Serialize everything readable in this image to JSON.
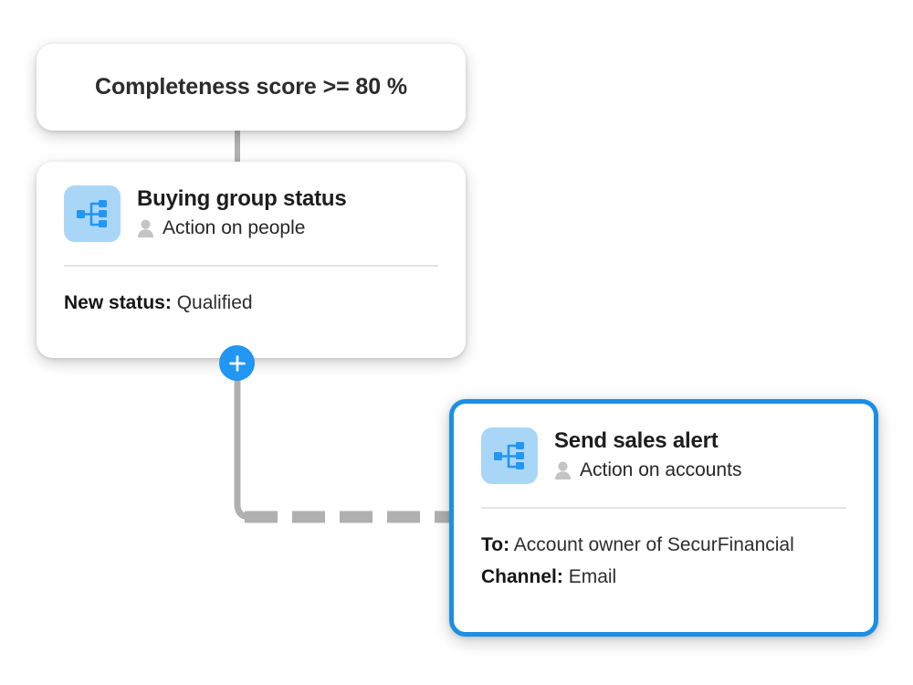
{
  "canvas": {
    "accent_blue": "#1a8fe3",
    "add_button_blue": "#2196f3",
    "icon_tile_blue": "#a9d6f7",
    "icon_glyph_blue": "#2196f3",
    "connector_gray": "#b0b0b0",
    "divider_gray": "#e3e3e3"
  },
  "condition_node": {
    "name": "condition-node",
    "text": "Completeness score >= 80 %"
  },
  "action_nodes": [
    {
      "name": "buying-group-status",
      "icon": "hierarchy-icon",
      "title": "Buying group status",
      "subtitle_icon": "person-icon",
      "subtitle": "Action on people",
      "details": [
        {
          "key": "New status:",
          "value": "Qualified"
        }
      ],
      "selected": false
    },
    {
      "name": "send-sales-alert",
      "icon": "hierarchy-icon",
      "title": "Send sales alert",
      "subtitle_icon": "person-icon",
      "subtitle": "Action on accounts",
      "details": [
        {
          "key": "To:",
          "value": "Account owner of SecurFinancial"
        },
        {
          "key": "Channel:",
          "value": "Email"
        }
      ],
      "selected": true
    }
  ],
  "add_step_button": {
    "name": "add-step-button",
    "icon": "plus-icon",
    "label": "+"
  },
  "connectors": [
    {
      "name": "connector-condition-to-action-1",
      "style": "solid"
    },
    {
      "name": "connector-action-1-to-action-2",
      "style": "dashed-elbow"
    }
  ]
}
